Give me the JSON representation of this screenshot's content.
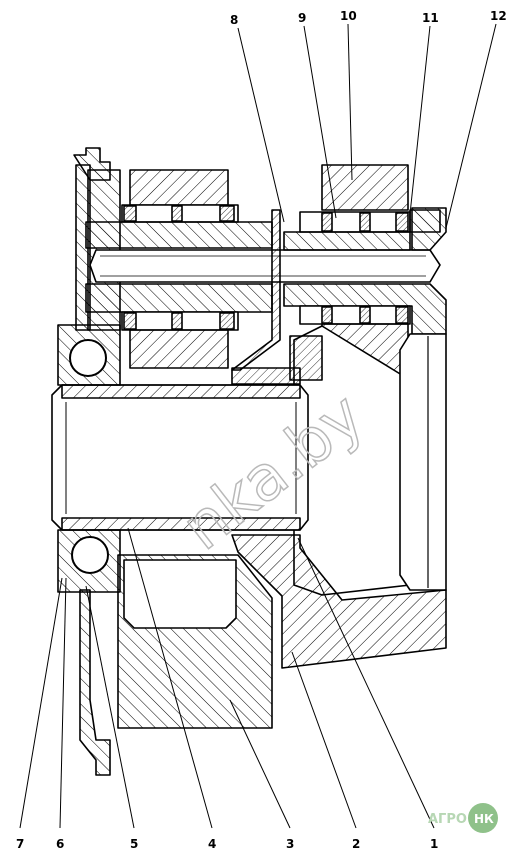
{
  "labels": {
    "n1": "1",
    "n2": "2",
    "n3": "3",
    "n4": "4",
    "n5": "5",
    "n6": "6",
    "n7": "7",
    "n8": "8",
    "n9": "9",
    "n10": "10",
    "n11": "11",
    "n12": "12"
  },
  "watermark": "nka.by",
  "logo": {
    "left": "АГРО",
    "right": "НК",
    "color": "#8fc18a"
  },
  "colors": {
    "line": "#000000",
    "hatch": "#000000",
    "background": "#ffffff"
  }
}
